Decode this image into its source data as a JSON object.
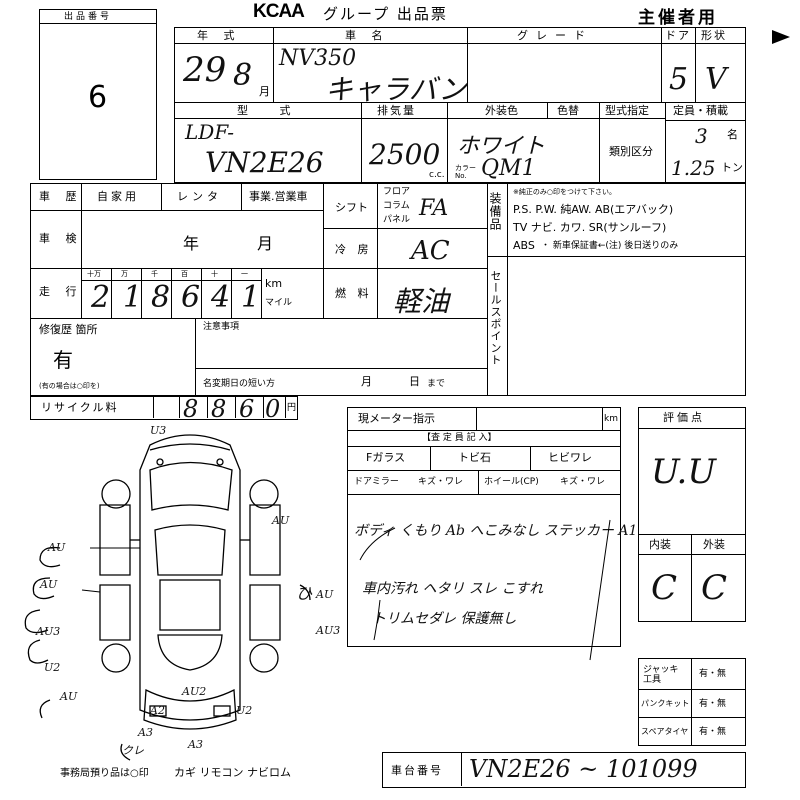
{
  "header": {
    "brand": "KCAA",
    "title": "グループ 出品票",
    "organizer": "主催者用"
  },
  "lot": {
    "label": "出品番号",
    "number": "6"
  },
  "car": {
    "year_label": "年 式",
    "model_name_label": "車 名",
    "grade_label": "グレード",
    "doors_label": "ドア",
    "shape_label": "形状",
    "year_value": "29",
    "month_value": "8",
    "month_unit": "月",
    "model_name_line1": "NV350",
    "model_name_line2": "キャラバン",
    "doors_value": "5",
    "shape_value": "V",
    "type_label": "型 式",
    "type_line1": "LDF-",
    "type_line2": "VN2E26",
    "displacement_label": "排気量",
    "displacement_value": "2500",
    "displacement_unit": "c.c.",
    "color_label": "外装色",
    "color_change_label": "色替",
    "color_value": "ホワイト",
    "color_no_label": "カラー No.",
    "color_no_value": "QM1",
    "type_designation_label": "型式指定",
    "class_label": "類別区分",
    "capacity_label": "定員・積載",
    "capacity_persons": "3",
    "capacity_persons_unit": "名",
    "capacity_load": "1.25",
    "capacity_load_unit": "トン"
  },
  "history": {
    "label": "車 歴",
    "options": [
      "自家用",
      "レンタ",
      "事業.営業車"
    ],
    "inspection_label": "車 検",
    "year_unit": "年",
    "month_unit": "月",
    "mileage_label": "走 行",
    "digit_headers": [
      "十万",
      "万",
      "千",
      "百",
      "十",
      "一"
    ],
    "mileage_digits": [
      "2",
      "1",
      "8",
      "6",
      "4",
      "1"
    ],
    "km_label": "km",
    "mile_label": "マイル"
  },
  "equipment": {
    "shift_label": "シフト",
    "shift_options": [
      "フロア",
      "コラム",
      "パネル"
    ],
    "shift_value": "FA",
    "ac_label": "冷 房",
    "ac_value": "AC",
    "fuel_label": "燃 料",
    "fuel_value": "軽油",
    "features_label": "装備品",
    "features_note": "※純正のみ○印をつけて下さい。",
    "features_line1": "P.S. P.W. 純AW. AB(エアバック)",
    "features_line2": "TV ナビ. カワ. SR(サンルーフ)",
    "features_line3_abs": "ABS",
    "features_line3_rest": "・ 新車保証書←(注) 後日送りのみ",
    "sales_point_label": "セールスポイント"
  },
  "repair": {
    "label": "修復歴 箇所",
    "value": "有",
    "note": "(有の場合は○印を)",
    "notes_label": "注意事項",
    "change_date_label": "名変期日の短い方",
    "month_unit": "月",
    "day_unit": "日",
    "until_label": "まで"
  },
  "recycle": {
    "label": "リサイクル料",
    "digits": [
      "8",
      "8",
      "6",
      "0"
    ],
    "unit": "円"
  },
  "meter": {
    "label": "現メーター指示",
    "unit": "km"
  },
  "inspector": {
    "header": "【査 定 員 記 入】",
    "f_glass_label": "Fガラス",
    "chip_label": "トビ石",
    "crack_label": "ヒビワレ",
    "mirror_label": "ドアミラー",
    "mirror_options": "キズ・ワレ",
    "wheel_label": "ホイール(CP)",
    "wheel_options": "キズ・ワレ",
    "remark_line1": "ボディ くもり Ab へこみなし ステッカー A1",
    "remark_line2": "車内汚れ ヘタリ スレ こすれ",
    "remark_line3": "トリムセダレ 保護無し",
    "remark_initial": "ひ"
  },
  "rating": {
    "label": "評価点",
    "value": "U.U",
    "interior_label": "内装",
    "exterior_label": "外装",
    "interior_value": "C",
    "exterior_value": "C"
  },
  "tools": {
    "jack_label": "ジャッキ 工具",
    "puncture_label": "パンクキット",
    "spare_label": "スペアタイヤ",
    "have_none": "有・無"
  },
  "damage_marks": [
    "U3",
    "AU",
    "AU",
    "AU3",
    "U2",
    "AU",
    "AU",
    "AU",
    "AU3",
    "AU2",
    "A2",
    "U2",
    "A3",
    "A3",
    "クレ"
  ],
  "footer": {
    "office_note": "事務局預り品は○印",
    "items": "カギ リモコン ナビロム",
    "chassis_label": "車台番号",
    "chassis_value": "VN2E26 ~ 101099"
  }
}
